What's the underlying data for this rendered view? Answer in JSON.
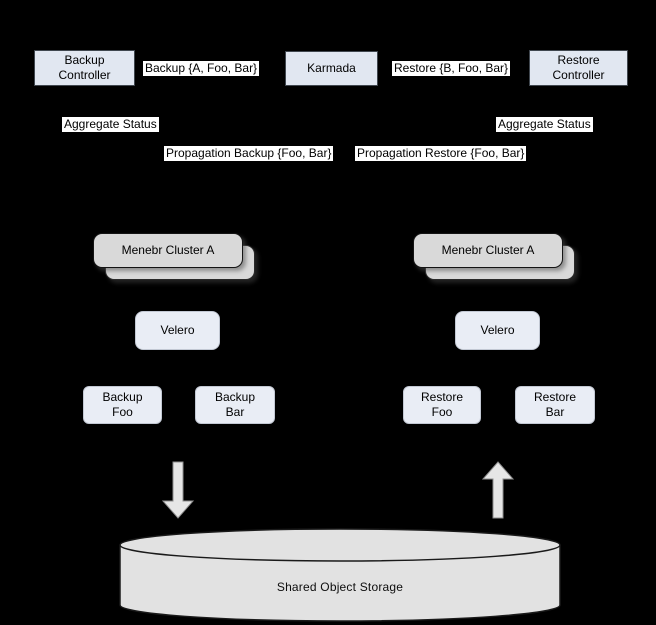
{
  "colors": {
    "background": "#000000",
    "control_box_fill": "#e1e7f1",
    "control_box_border": "#40474f",
    "rounded_box_fill": "#e9edf5",
    "rounded_box_border": "#c2c8d3",
    "cluster_fill": "#d9d9d9",
    "cluster_border": "#141414",
    "label_background": "#ffffff",
    "text": "#000000",
    "arrow_fill": "#e6e6e6",
    "arrow_outline": "#8f8f8f",
    "cylinder_fill": "#e2e2e2",
    "cylinder_border": "#1a1a1a"
  },
  "karmada_plane": {
    "backup_controller": "Backup\nController",
    "backup_crd_label": "Backup {A, Foo, Bar}",
    "karmada": "Karmada",
    "restore_crd_label": "Restore {B, Foo, Bar}",
    "restore_controller": "Restore\nController",
    "aggregate_status_left": "Aggregate Status",
    "aggregate_status_right": "Aggregate Status",
    "propagation_backup": "Propagation Backup {Foo, Bar}",
    "propagation_restore": "Propagation Restore {Foo, Bar}"
  },
  "clusters": {
    "left": {
      "name": "Menebr Cluster A",
      "velero": "Velero",
      "resources": [
        "Backup\nFoo",
        "Backup\nBar"
      ]
    },
    "right": {
      "name": "Menebr Cluster A",
      "velero": "Velero",
      "resources": [
        "Restore\nFoo",
        "Restore\nBar"
      ]
    }
  },
  "flows": {
    "down_arrow": "backup-to-storage",
    "up_arrow": "storage-to-restore"
  },
  "storage": {
    "label": "Shared Object Storage"
  }
}
